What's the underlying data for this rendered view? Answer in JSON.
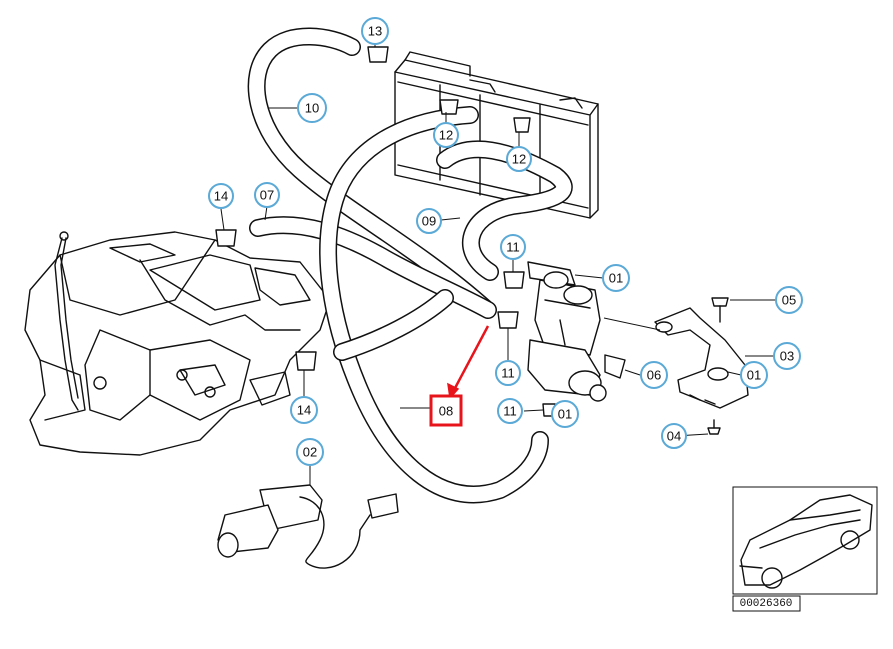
{
  "callouts": [
    {
      "id": "c13",
      "label": "13"
    },
    {
      "id": "c10",
      "label": "10"
    },
    {
      "id": "c12a",
      "label": "12"
    },
    {
      "id": "c12b",
      "label": "12"
    },
    {
      "id": "c14a",
      "label": "14"
    },
    {
      "id": "c07",
      "label": "07"
    },
    {
      "id": "c09",
      "label": "09"
    },
    {
      "id": "c11a",
      "label": "11"
    },
    {
      "id": "c01a",
      "label": "01"
    },
    {
      "id": "c05",
      "label": "05"
    },
    {
      "id": "c03",
      "label": "03"
    },
    {
      "id": "c01b",
      "label": "01"
    },
    {
      "id": "c11b",
      "label": "11"
    },
    {
      "id": "c06",
      "label": "06"
    },
    {
      "id": "c11c",
      "label": "11"
    },
    {
      "id": "c01c",
      "label": "01"
    },
    {
      "id": "c14b",
      "label": "14"
    },
    {
      "id": "c04",
      "label": "04"
    },
    {
      "id": "c02",
      "label": "02"
    }
  ],
  "highlight": {
    "label": "08",
    "color": "#e8141b"
  },
  "inset": {
    "code": "00026360"
  },
  "colors": {
    "callout_ring": "#5aa9d6",
    "highlight": "#e8141b",
    "line": "#111111"
  }
}
